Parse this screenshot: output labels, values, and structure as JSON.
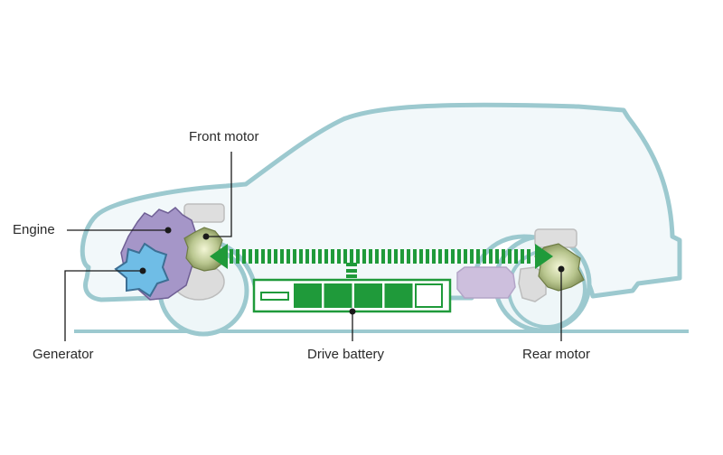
{
  "diagram": {
    "title": "Hybrid AWD powertrain layout",
    "labels": {
      "front_motor": "Front motor",
      "engine": "Engine",
      "generator": "Generator",
      "drive_battery": "Drive battery",
      "rear_motor": "Rear motor"
    },
    "battery": {
      "cells_total": 5,
      "cells_filled": 4
    },
    "colors": {
      "car_outline": "#9cc9cf",
      "car_fill": "#f2f8fa",
      "ground": "#9cc9cf",
      "energy_green": "#1f9a3a",
      "engine": "#a596c8",
      "generator": "#6fbde6",
      "motor": "#b7c68c",
      "component_grey": "#d8d8d8",
      "rear_unit": "#cdbfdd",
      "leader_line": "#1a1a1a",
      "label_text": "#2a2a2a"
    }
  }
}
